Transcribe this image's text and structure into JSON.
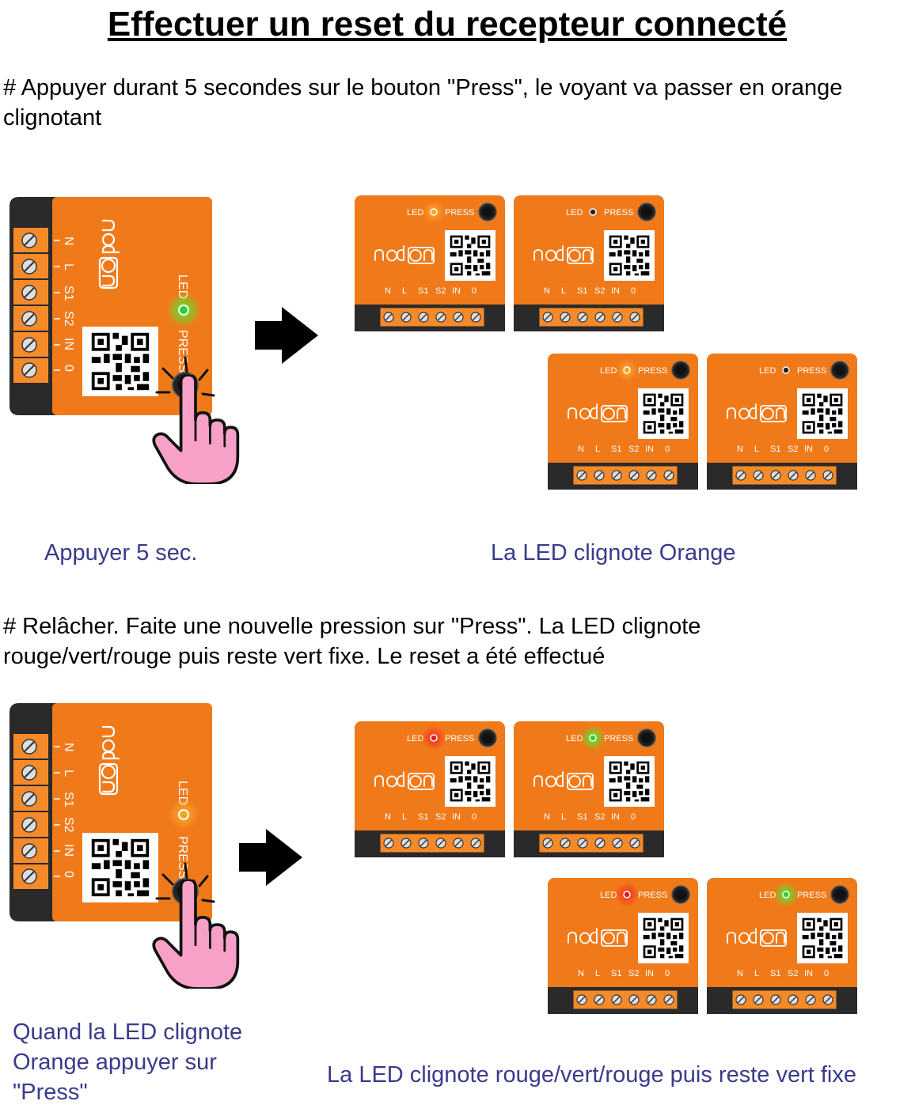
{
  "title": "Effectuer un reset du recepteur connecté",
  "step1": {
    "instruction": "# Appuyer durant 5 secondes sur le bouton \"Press\", le voyant va passer en orange clignotant",
    "caption_left": "Appuyer 5 sec.",
    "caption_right": "La LED clignote Orange",
    "big_led_color": "#33cc33",
    "small_led_colors": [
      "#f5a623",
      "#222222",
      "#f5a623",
      "#222222"
    ]
  },
  "step2": {
    "instruction": "# Relâcher. Faite une nouvelle pression sur \"Press\". La LED clignote rouge/vert/rouge puis reste vert fixe. Le reset a été effectué",
    "caption_left": "Quand la LED clignote Orange appuyer sur \"Press\"",
    "caption_right": "La LED clignote rouge/vert/rouge puis reste vert fixe",
    "big_led_color": "#f5a623",
    "small_led_colors": [
      "#e02020",
      "#33cc33",
      "#e02020",
      "#33cc33"
    ]
  },
  "device": {
    "brand": "nodon",
    "led_label": "LED",
    "press_label": "PRESS",
    "terminals": [
      "N",
      "L",
      "S1",
      "S2",
      "IN",
      "0"
    ]
  },
  "colors": {
    "device_orange": "#f07a1a",
    "device_dark": "#2a2a2a",
    "terminal_orange": "#f58a2a",
    "caption": "#3a3a8c",
    "finger_pink": "#f7a0c8"
  },
  "icons": [
    "arrow-right-icon",
    "pointing-hand-icon",
    "qr-code-icon"
  ]
}
